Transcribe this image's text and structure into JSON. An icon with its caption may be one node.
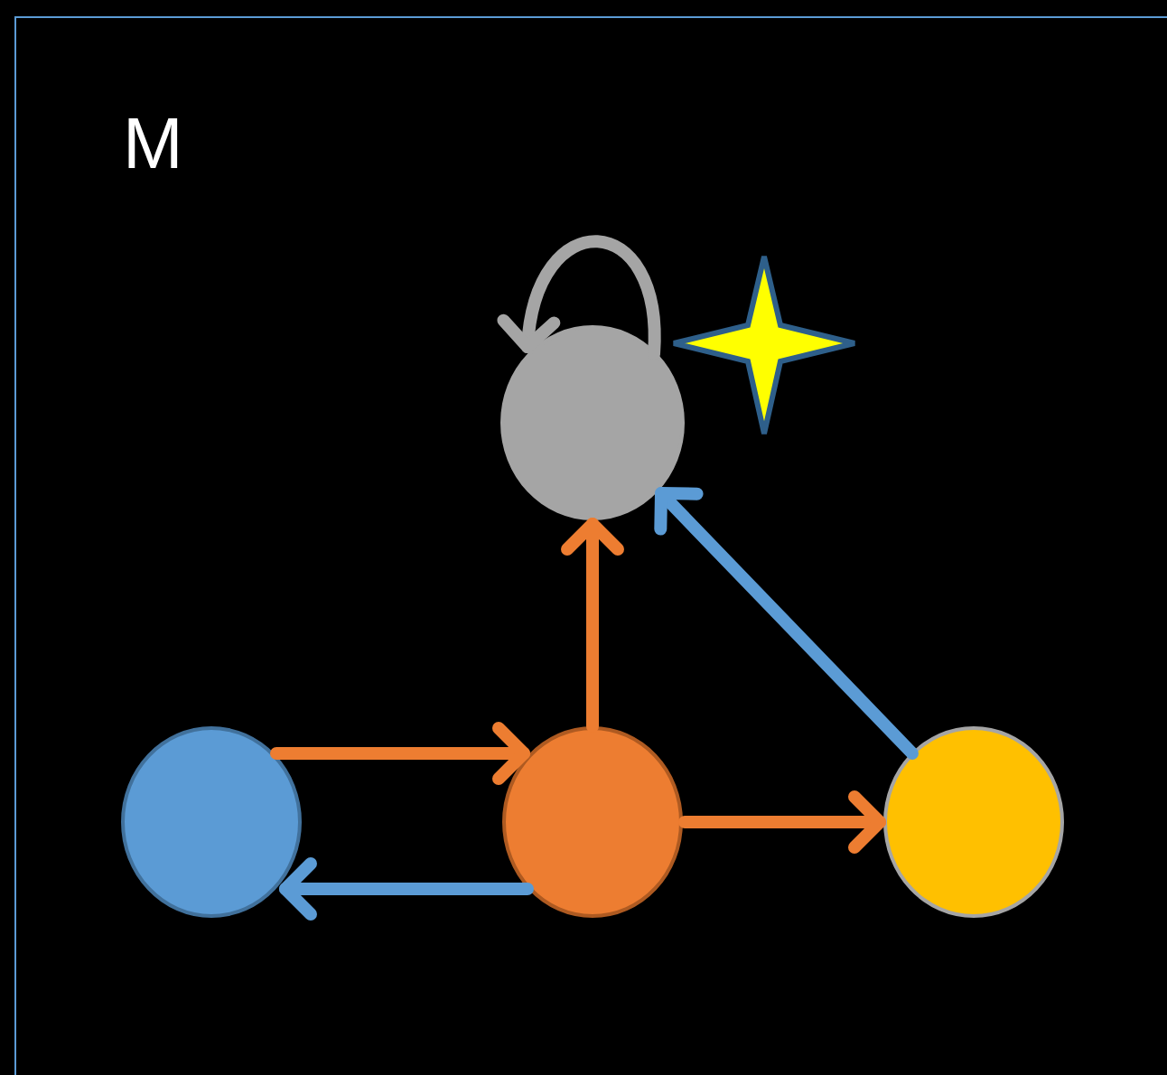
{
  "diagram": {
    "nodes": [
      {
        "text": [],
        "shape": "circle"
      },
      {
        "text": [],
        "shape": "circle"
      },
      {
        "text": [],
        "shape": "circle"
      },
      {
        "text": [],
        "shape": "circle"
      }
    ],
    "edges": [
      {
        "from": 0,
        "to": 0,
        "arrow": "to",
        "color": "#a5a5a5"
      },
      {
        "from": 1,
        "to": 2,
        "arrow": "to"
      },
      {
        "from": 2,
        "to": 1,
        "arrow": "to",
        "color": "#5b9bd5"
      },
      {
        "from": 2,
        "to": 0,
        "arrow": "to"
      },
      {
        "from": 2,
        "to": 3,
        "arrow": "to"
      },
      {
        "from": 3,
        "to": 0,
        "arrow": "to",
        "color": "#5b9bd5"
      }
    ],
    "labels": [
      "M"
    ]
  }
}
